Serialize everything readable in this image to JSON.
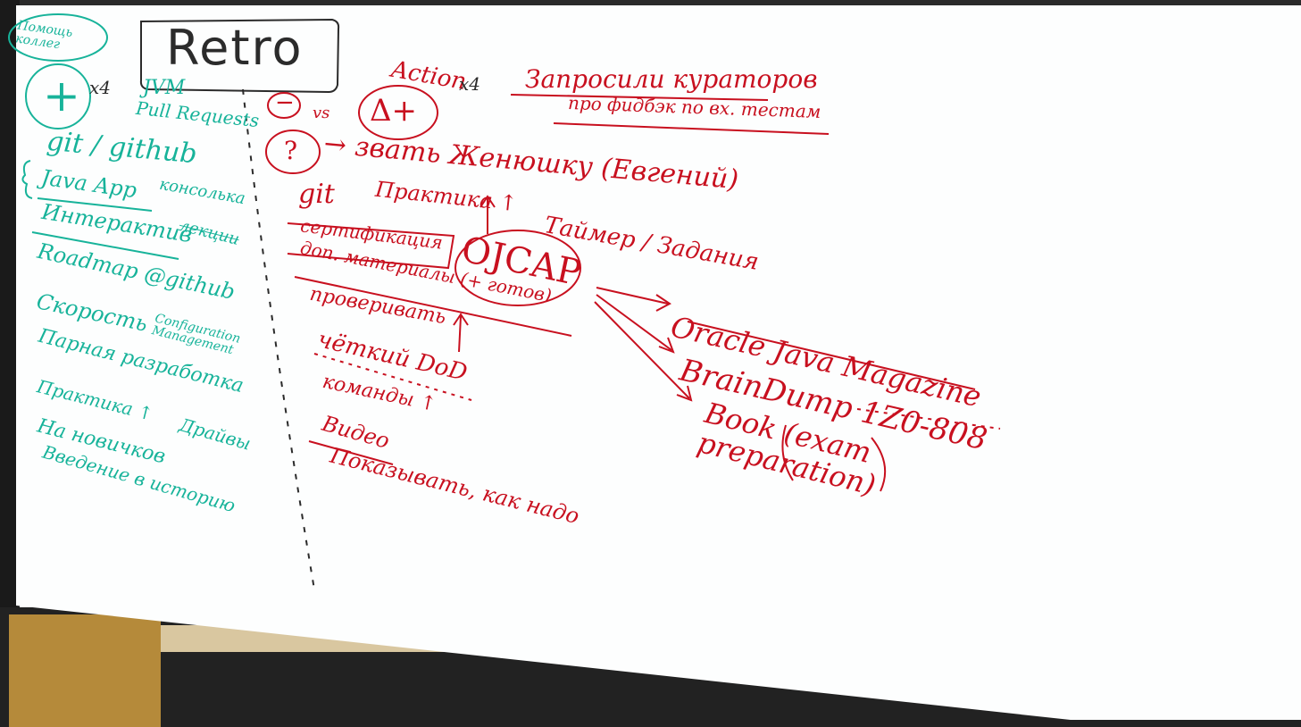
{
  "colors": {
    "teal": "#17b39a",
    "red": "#c8101f",
    "black": "#2b2b2b",
    "board": "#fdfefe"
  },
  "title": "Retro",
  "left_column": {
    "corner_note": "Помощь коллег",
    "plus_symbol": "+",
    "plus_multiplier": "x4",
    "items": [
      "JVM",
      "Pull Requests",
      "git / github",
      "Java App",
      "консолька",
      "Интерактив",
      "лекции",
      "Roadmap @github",
      "Скорость",
      "Configuration Management",
      "Парная разработка",
      "Практика ↑",
      "Драйвы",
      "На новичков",
      "Введение в историю"
    ]
  },
  "right_column": {
    "action_label": "Action",
    "action_multiplier": "x4",
    "minus_symbol": "−",
    "vs_label": "vs",
    "delta_label": "Δ+",
    "question_symbol": "?",
    "question_note": "→ звать Женюшку (Евгений)",
    "request_line1": "Запросили кураторов",
    "request_line2": "про фидбэк по вх. тестам",
    "git_label": "git",
    "practice_label": "Практика ↑",
    "certification": "сертификация",
    "ocap": "OJCAP",
    "timer": "Таймер / Задания",
    "materials": "доп. материалы (+ готов)",
    "check": "проверивать",
    "dod": "чёткий DoD",
    "teams": "команды ↑",
    "video": "Видео",
    "show_how": "Показывать, как надо",
    "resources": [
      "Oracle Java Magazine",
      "BrainDump 1Z0-808",
      "Book (exam preparation)"
    ]
  }
}
